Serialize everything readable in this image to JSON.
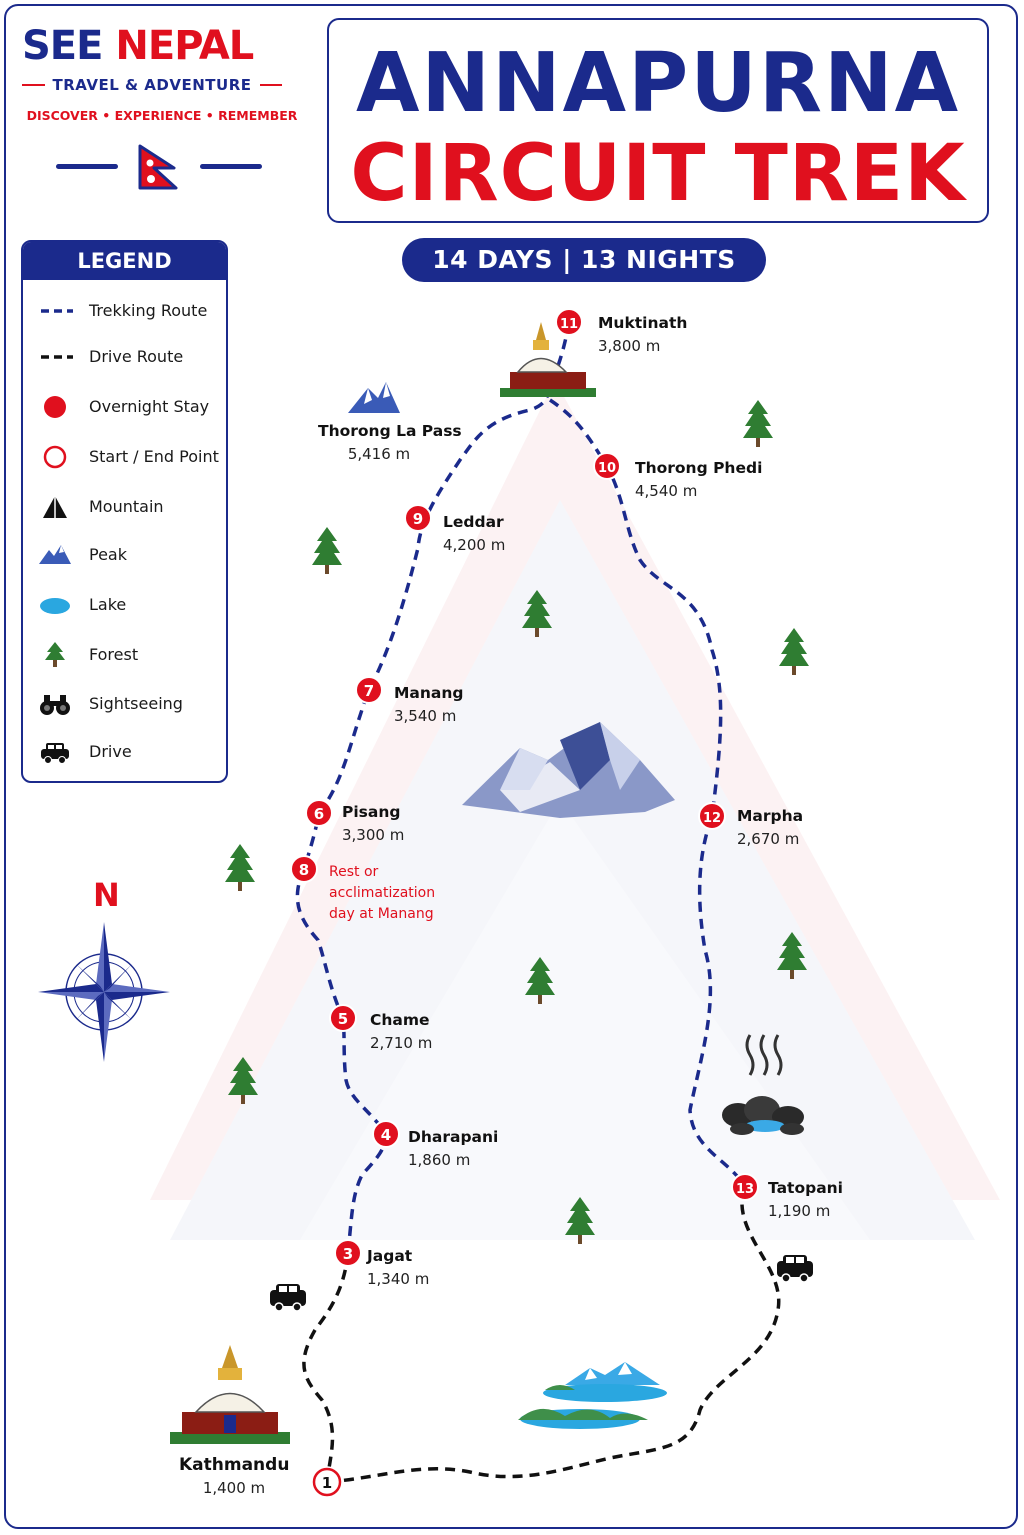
{
  "logo": {
    "see": "SEE",
    "nepal": "NEPAL",
    "tagline": "TRAVEL & ADVENTURE",
    "subline": "DISCOVER • EXPERIENCE • REMEMBER"
  },
  "title": {
    "line1": "ANNAPURNA",
    "line2": "CIRCUIT TREK",
    "duration": "14 DAYS  |  13 NIGHTS"
  },
  "legend": {
    "heading": "LEGEND",
    "items": [
      {
        "label": "Trekking Route",
        "icon": "trekking-route-line"
      },
      {
        "label": "Drive Route",
        "icon": "drive-route-line"
      },
      {
        "label": "Overnight Stay",
        "icon": "overnight-stay-dot"
      },
      {
        "label": "Start / End Point",
        "icon": "start-end-ring"
      },
      {
        "label": "Mountain",
        "icon": "mountain-icon"
      },
      {
        "label": "Peak",
        "icon": "peak-icon"
      },
      {
        "label": "Lake",
        "icon": "lake-icon"
      },
      {
        "label": "Forest",
        "icon": "tree-icon"
      },
      {
        "label": "Sightseeing",
        "icon": "binoculars-icon"
      },
      {
        "label": "Drive",
        "icon": "car-icon"
      }
    ]
  },
  "compass": {
    "north": "N"
  },
  "stops": [
    {
      "num": "1",
      "name": "Kathmandu",
      "elevation": "1,400 m"
    },
    {
      "num": "3",
      "name": "Jagat",
      "elevation": "1,340 m"
    },
    {
      "num": "4",
      "name": "Dharapani",
      "elevation": "1,860 m"
    },
    {
      "num": "5",
      "name": "Chame",
      "elevation": "2,710 m"
    },
    {
      "num": "6",
      "name": "Pisang",
      "elevation": "3,300 m"
    },
    {
      "num": "7",
      "name": "Manang",
      "elevation": "3,540 m"
    },
    {
      "num": "8",
      "name": "",
      "elevation": ""
    },
    {
      "num": "9",
      "name": "Leddar",
      "elevation": "4,200 m"
    },
    {
      "num": "10",
      "name": "Thorong Phedi",
      "elevation": "4,540 m"
    },
    {
      "num": "11",
      "name": "Muktinath",
      "elevation": "3,800 m"
    },
    {
      "num": "12",
      "name": "Marpha",
      "elevation": "2,670 m"
    },
    {
      "num": "13",
      "name": "Tatopani",
      "elevation": "1,190 m"
    }
  ],
  "pass": {
    "name": "Thorong La Pass",
    "elevation": "5,416 m"
  },
  "note8": {
    "line1": "Rest or",
    "line2": "acclimatization",
    "line3": "day at Manang"
  },
  "colors": {
    "navy": "#1b2a8c",
    "red": "#e0101e",
    "forest": "#2f7d32",
    "lake": "#2aa7e0"
  }
}
